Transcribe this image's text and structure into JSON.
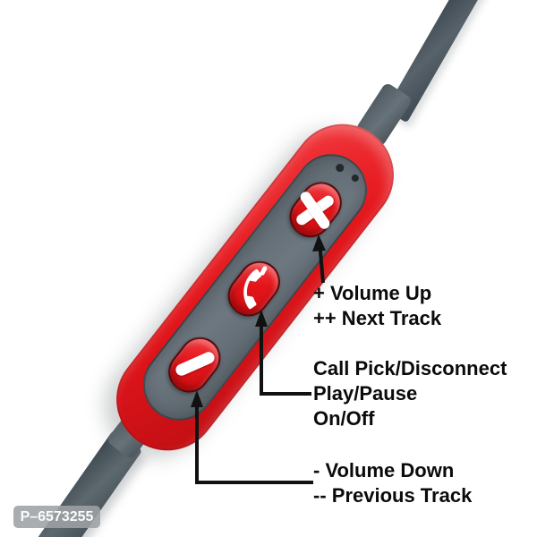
{
  "annotations": {
    "volume_up": [
      "+ Volume Up",
      "++ Next Track"
    ],
    "call": [
      "Call Pick/Disconnect",
      "Play/Pause",
      "On/Off"
    ],
    "volume_down": [
      "- Volume Down",
      "-- Previous Track"
    ]
  },
  "remote": {
    "buttons": [
      {
        "name": "volume-up",
        "icon": "plus-icon"
      },
      {
        "name": "call-play-pause",
        "icon": "phone-handset-icon"
      },
      {
        "name": "volume-down",
        "icon": "minus-icon"
      }
    ],
    "mic_holes": 2
  },
  "watermark": {
    "text": "P–6573255"
  },
  "colors": {
    "body_red": "#e2161b",
    "button_red": "#ed1c24",
    "panel_gray": "#68727a",
    "cable_gray": "#4d585f",
    "annotation_text": "#0b0b0b",
    "watermark_bg": "#9ea2a5",
    "watermark_text": "#fbfbfb",
    "background": "#ffffff"
  }
}
